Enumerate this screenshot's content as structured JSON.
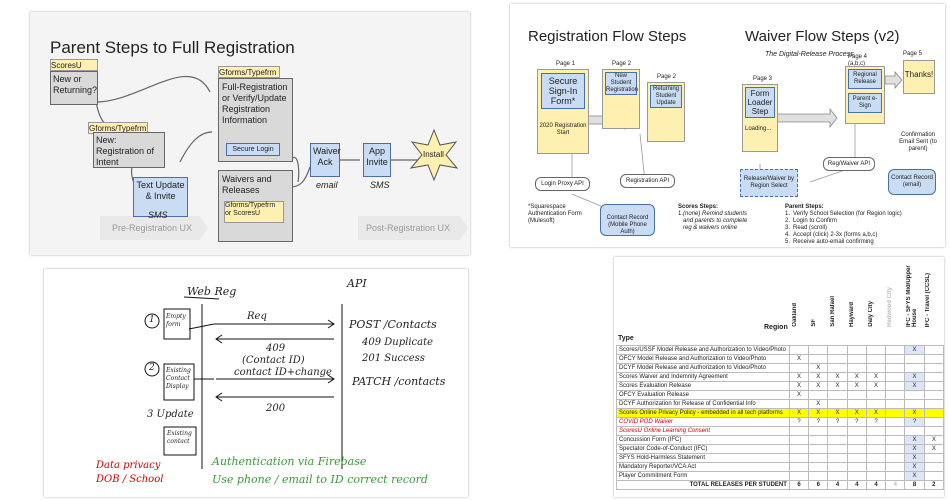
{
  "parent_panel": {
    "title": "Parent Steps to Full Registration",
    "tag_scoresu": "ScoresU",
    "new_or_returning": "New or Returning?",
    "tag_gforms1": "Gforms/Typefrm",
    "new_registration": "New: Registration of Intent",
    "text_update": "Text Update & Invite",
    "text_update_sms": "SMS",
    "tag_gforms2": "Gforms/Typefrm",
    "full_registration": "Full-Registration or Verify/Update Registration Information",
    "secure_login": "Secure Login",
    "waivers": "Waivers and Releases",
    "tag_gforms3": "Gforms/Typefrm or ScoresU",
    "waiver_ack": "Waiver Ack",
    "waiver_ack_email": "email",
    "app_invite": "App Invite",
    "app_invite_sms": "SMS",
    "install": "Install",
    "pre_registration": "Pre-Registration UX",
    "post_registration": "Post-Registration UX"
  },
  "flow_panel": {
    "reg_title": "Registration Flow Steps",
    "waiver_title": "Waiver Flow Steps (v2)",
    "digital_release": "The Digital-Release Process",
    "page1": "Page 1",
    "page2a": "Page 2",
    "page2b": "Page 2",
    "page3": "Page 3",
    "page4": "Page 4 (a,b,c)",
    "page5": "Page 5",
    "secure_signin": "Secure Sign-In Form*",
    "registration_start": "2020 Registration Start",
    "new_student": "New Student Registration",
    "returning_student": "Returning Student Update",
    "form_loader": "Form Loader Step",
    "loading": "Loading...",
    "regional_release": "Regional Release",
    "parent_esign": "Parent e-Sign",
    "thanks": "Thanks!",
    "confirmation_email": "Confirmation Email Sent (to parent)",
    "login_proxy": "Login Proxy API",
    "registration_api": "Registration API",
    "release_waiver": "Release/Waiver by Region Select",
    "reg_waiver_api": "Reg/Waiver API",
    "contact_record_email": "Contact Record (email)",
    "squarespace_note": "*Squarespace Authentication Form (Mulesoft)",
    "contact_record_mobile": "Contact Record (Mobile Phone Auth)",
    "scores_steps_title": "Scores Steps:",
    "scores_steps": [
      "(none) Remind students and parents to complete reg & waivers online"
    ],
    "parent_steps_title": "Parent Steps:",
    "parent_steps": [
      "Verify School Selection (for Region logic)",
      "Login to Confirm",
      "Read (scroll)",
      "Accept (click) 2-3x (forms a,b,c)",
      "Receive auto-email confirming"
    ]
  },
  "whiteboard": {
    "web_reg": "Web Reg",
    "api": "API",
    "step1_num": "1",
    "step1": "Empty form",
    "step2_num": "2",
    "step2": "Existing Contact Display",
    "step3": "3 Update",
    "step3_box": "Existing contact",
    "req": "Req",
    "post_contacts": "POST /Contacts",
    "r409": "409",
    "contact_id": "(Contact ID)",
    "dup409": "409 Duplicate",
    "s201": "201 Success",
    "contact_change": "contact ID+change",
    "patch_contacts": "PATCH /contacts",
    "s200": "200",
    "data_privacy": "Data privacy DOB / School",
    "auth1": "Authentication via Firebase",
    "auth2": "Use phone / email to ID correct record"
  },
  "matrix": {
    "region_label": "Region",
    "type_label": "Type",
    "columns": [
      "Oakland",
      "SF",
      "San Rafael",
      "Hayward",
      "Daly City",
      "Redwood City",
      "IFC - SFYS Mid/Upper House",
      "IFC - Travel (CCSL)"
    ],
    "rows": [
      {
        "label": "Scores/USSF Model Release and Authorization to Video/Photo",
        "marks": [
          "",
          "",
          "",
          "",
          "",
          "",
          "X",
          ""
        ],
        "style": ""
      },
      {
        "label": "OFCY Model Release and Authorization to Video/Photo",
        "marks": [
          "X",
          "",
          "",
          "",
          "",
          "",
          "",
          ""
        ],
        "style": ""
      },
      {
        "label": "DCYF Model Release and Authorization to Video/Photo",
        "marks": [
          "",
          "X",
          "",
          "",
          "",
          "",
          "",
          ""
        ],
        "style": ""
      },
      {
        "label": "Scores Waiver and Indemnity Agreement",
        "marks": [
          "X",
          "X",
          "X",
          "X",
          "X",
          "",
          "X",
          ""
        ],
        "style": ""
      },
      {
        "label": "Scores Evaluation Release",
        "marks": [
          "X",
          "X",
          "X",
          "X",
          "X",
          "",
          "X",
          ""
        ],
        "style": ""
      },
      {
        "label": "OFCY Evaluation Release",
        "marks": [
          "X",
          "",
          "",
          "",
          "",
          "",
          "",
          ""
        ],
        "style": ""
      },
      {
        "label": "DCYF Authorization for Release of Confidential Info",
        "marks": [
          "",
          "X",
          "",
          "",
          "",
          "",
          "",
          ""
        ],
        "style": ""
      },
      {
        "label": "Scores Online Privacy Policy - embedded in all tech platforms",
        "marks": [
          "X",
          "X",
          "X",
          "X",
          "X",
          "",
          "X",
          ""
        ],
        "style": "yellow"
      },
      {
        "label": "COVID POD Waiver",
        "marks": [
          "?",
          "?",
          "?",
          "?",
          "?",
          "",
          "?",
          ""
        ],
        "style": "red"
      },
      {
        "label": "ScoresU Online Learning Consent",
        "marks": [
          "",
          "",
          "",
          "",
          "",
          "",
          "",
          ""
        ],
        "style": "red"
      },
      {
        "label": "Concussion Form (IFC)",
        "marks": [
          "",
          "",
          "",
          "",
          "",
          "",
          "X",
          "X"
        ],
        "style": ""
      },
      {
        "label": "Spectator Code-of-Conduct (IFC)",
        "marks": [
          "",
          "",
          "",
          "",
          "",
          "",
          "X",
          "X"
        ],
        "style": ""
      },
      {
        "label": "SFYS Hold-Harmless Statement",
        "marks": [
          "",
          "",
          "",
          "",
          "",
          "",
          "X",
          ""
        ],
        "style": ""
      },
      {
        "label": "Mandatory Reporter/VCA Act",
        "marks": [
          "",
          "",
          "",
          "",
          "",
          "",
          "X",
          ""
        ],
        "style": ""
      },
      {
        "label": "Player Commitment Form",
        "marks": [
          "",
          "",
          "",
          "",
          "",
          "",
          "X",
          ""
        ],
        "style": ""
      }
    ],
    "total_label": "TOTAL RELEASES PER STUDENT",
    "totals": [
      "6",
      "6",
      "4",
      "4",
      "4",
      "4",
      "8",
      "2"
    ]
  },
  "colors": {
    "yellow_box": "#fdf0b0",
    "gray_box": "#d9d9d9",
    "blue_box": "#c9dcf3",
    "highlight_yellow": "#ffff00",
    "red_text": "#cc0000",
    "green_text": "#3a9a3a",
    "star": "#fdf0b0"
  }
}
